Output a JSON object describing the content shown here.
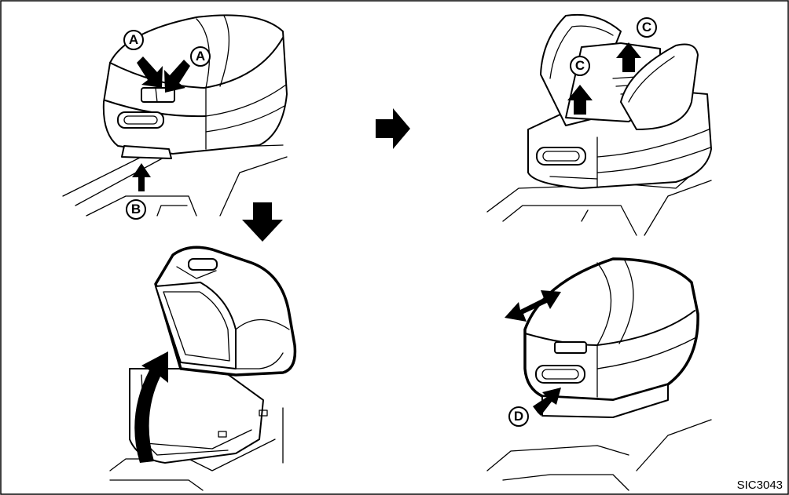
{
  "callouts": {
    "a": "A",
    "b": "B",
    "c": "C",
    "d": "D"
  },
  "figure_code": "SIC3043",
  "colors": {
    "ink": "#000000",
    "paper": "#ffffff"
  }
}
